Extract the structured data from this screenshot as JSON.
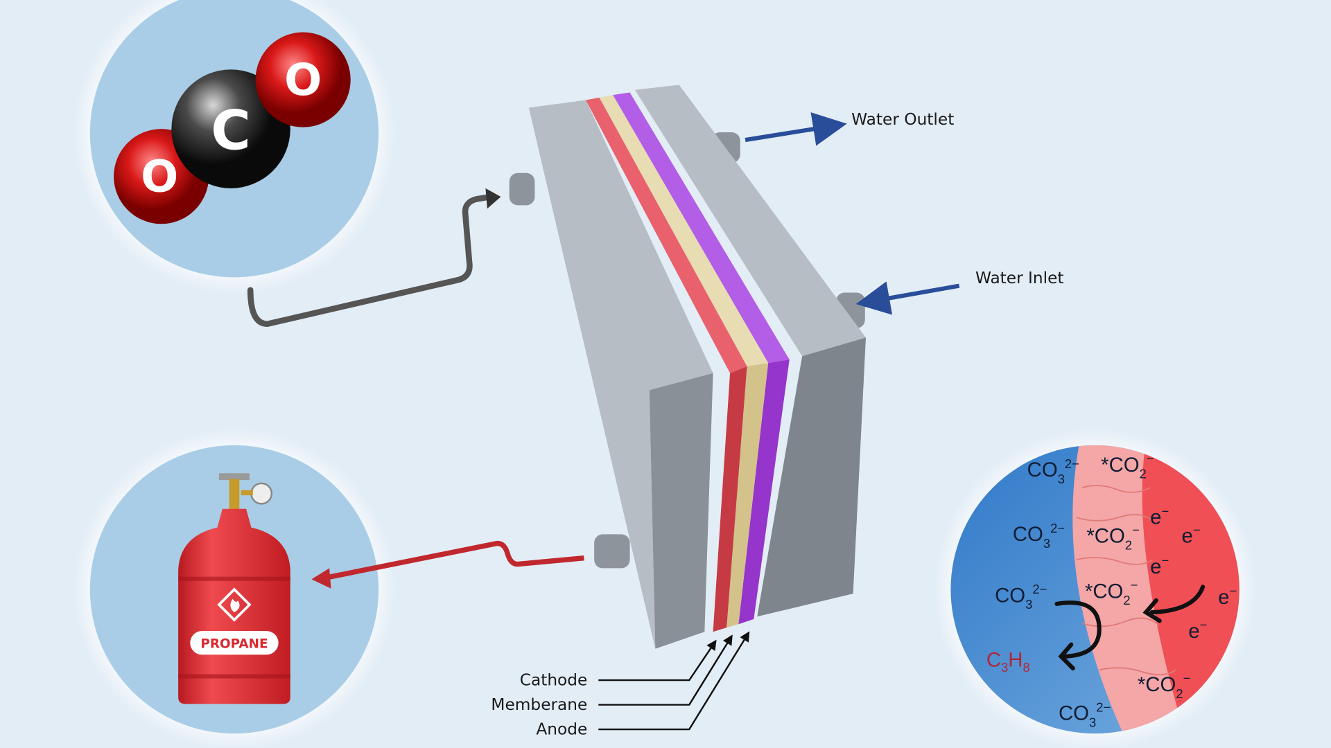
{
  "labels": {
    "water_outlet": "Water Outlet",
    "water_inlet": "Water Inlet",
    "cathode": "Cathode",
    "membrane": "Memberane",
    "anode": "Anode"
  },
  "co2_molecule": {
    "atom_left": "O",
    "atom_center": "C",
    "atom_right": "O"
  },
  "propane_tank": {
    "label": "PROPANE"
  },
  "reaction_detail": {
    "carbonate": {
      "base": "CO",
      "sub": "3",
      "sup": "2−"
    },
    "adsorbed_co2": {
      "base": "*CO",
      "sub": "2",
      "sup": "−"
    },
    "electron": {
      "base": "e",
      "sup": "−"
    },
    "product": {
      "c": "C",
      "c_sub": "3",
      "h": "H",
      "h_sub": "8"
    }
  },
  "colors": {
    "background": "#e3edf6",
    "circle_fill": "#a9cde6",
    "cathode": "#d8434c",
    "membrane": "#e2d6a6",
    "anode": "#a23fd6",
    "plate": "#b7bdc4",
    "arrow_blue": "#2a4d9a",
    "propane_red": "#d9282f"
  }
}
